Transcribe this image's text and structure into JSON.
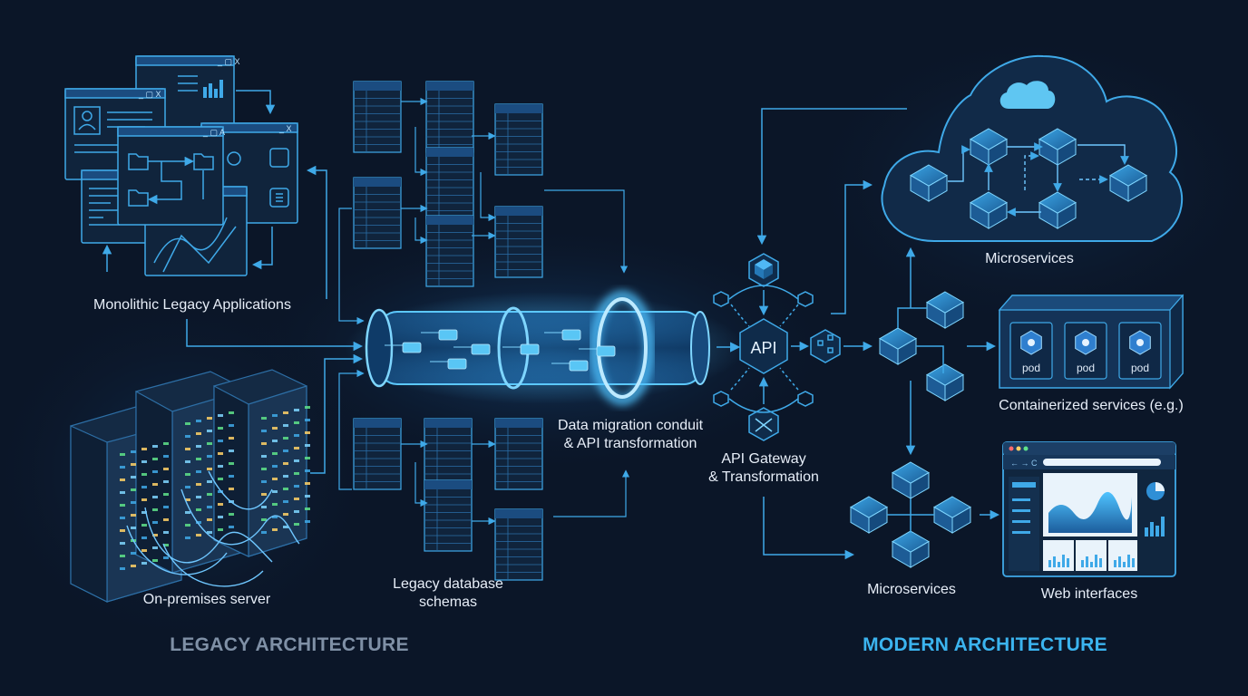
{
  "colors": {
    "background": "#0b1628",
    "line": "#3fa9e8",
    "glow": "#5cc8ff",
    "panel": "#11253f",
    "legacy_heading": "#7f90a6",
    "modern_heading": "#3bb4ef"
  },
  "legacy": {
    "heading": "LEGACY ARCHITECTURE",
    "monolith_label": "Monolithic Legacy Applications",
    "server_label": "On-premises server",
    "schemas_label_line1": "Legacy database",
    "schemas_label_line2": "schemas"
  },
  "conduit": {
    "label_line1": "Data migration conduit",
    "label_line2": "& API transformation"
  },
  "gateway": {
    "center_text": "API",
    "label_line1": "API Gateway",
    "label_line2": "& Transformation"
  },
  "modern": {
    "heading": "MODERN ARCHITECTURE",
    "cloud_label": "Microservices",
    "containers_label": "Containerized services (e.g.)",
    "pods": [
      "pod",
      "pod",
      "pod"
    ],
    "lower_label": "Microservices",
    "web_label": "Web interfaces"
  },
  "icons": [
    "window-icon",
    "user-icon",
    "folder-icon",
    "database-table-icon",
    "server-rack-icon",
    "cube-icon",
    "cloud-icon",
    "kubernetes-icon",
    "browser-icon",
    "area-chart-icon",
    "pie-chart-icon",
    "bar-chart-icon"
  ]
}
